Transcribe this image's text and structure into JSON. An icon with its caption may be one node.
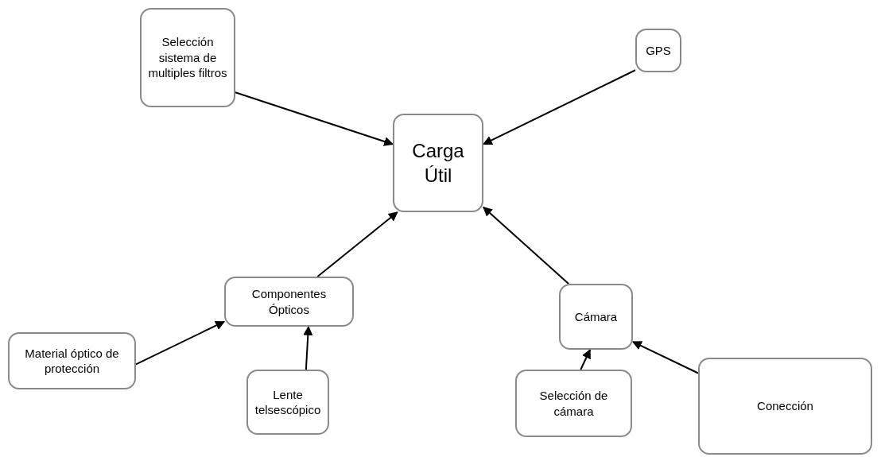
{
  "diagram": {
    "nodes": [
      {
        "text": [
          "Selección sistema de multiples filtros"
        ]
      },
      {
        "text": [
          "GPS"
        ]
      },
      {
        "text": [
          "Carga Útil"
        ]
      },
      {
        "text": [
          "Componentes Ópticos"
        ]
      },
      {
        "text": [
          "Cámara"
        ]
      },
      {
        "text": [
          "Material óptico de protección"
        ]
      },
      {
        "text": [
          "Lente telsescópico"
        ]
      },
      {
        "text": [
          "Selección de cámara"
        ]
      },
      {
        "text": [
          "Conección"
        ]
      }
    ],
    "edges": [
      {
        "from": 0,
        "to": 2,
        "arrow": "to"
      },
      {
        "from": 1,
        "to": 2,
        "arrow": "to"
      },
      {
        "from": 3,
        "to": 2,
        "arrow": "to"
      },
      {
        "from": 4,
        "to": 2,
        "arrow": "to"
      },
      {
        "from": 5,
        "to": 3,
        "arrow": "to"
      },
      {
        "from": 6,
        "to": 3,
        "arrow": "to"
      },
      {
        "from": 7,
        "to": 4,
        "arrow": "to"
      },
      {
        "from": 8,
        "to": 4,
        "arrow": "to"
      }
    ]
  }
}
